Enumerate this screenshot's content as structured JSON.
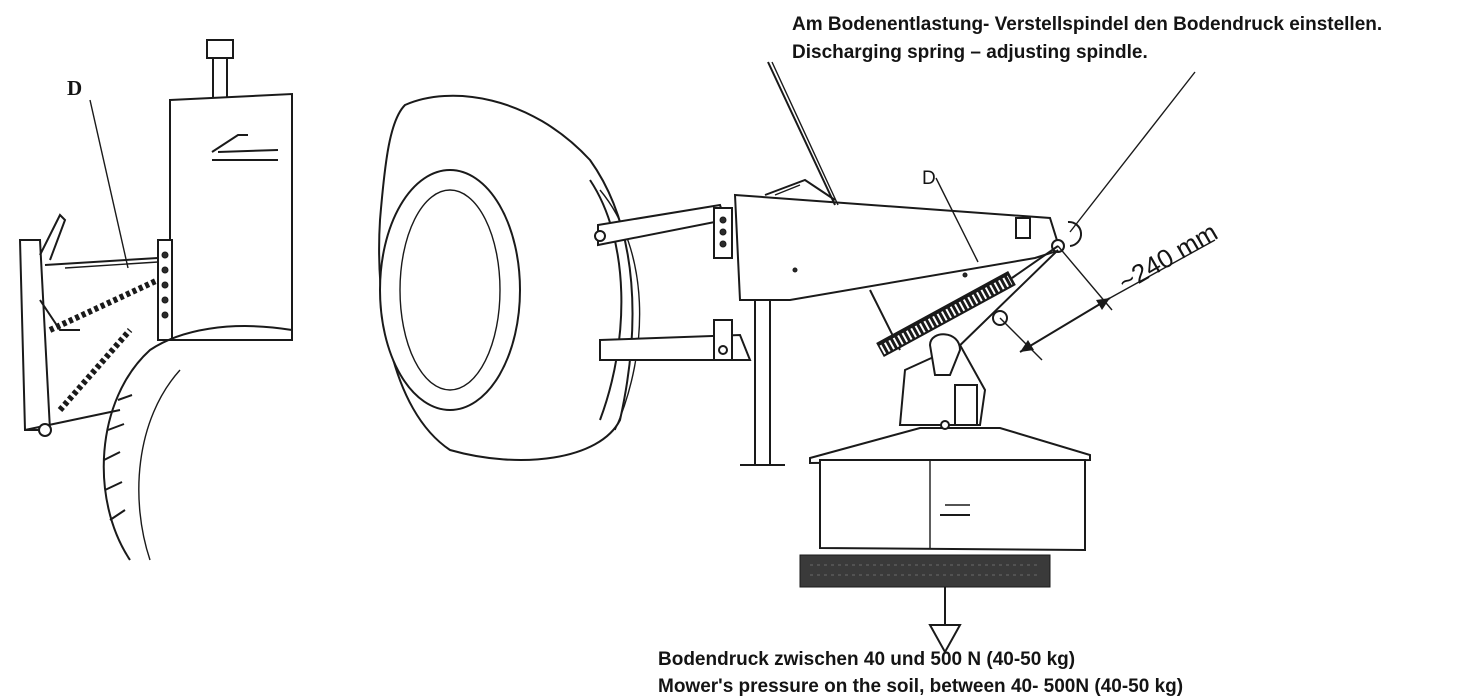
{
  "annotations": {
    "adjust_de": "Am Bodenentlastung- Verstellspindel den Bodendruck einstellen.",
    "adjust_en": "Discharging spring – adjusting spindle.",
    "pressure_de": "Bodendruck zwischen  40 und 500 N (40-50 kg)",
    "pressure_en": "Mower's pressure on the soil, between 40- 500N (40-50 kg)",
    "label_d_left": "D",
    "label_d_right": "D",
    "dimension": "~240 mm"
  },
  "icons": {
    "arrow": "downward-pressure-arrow"
  }
}
